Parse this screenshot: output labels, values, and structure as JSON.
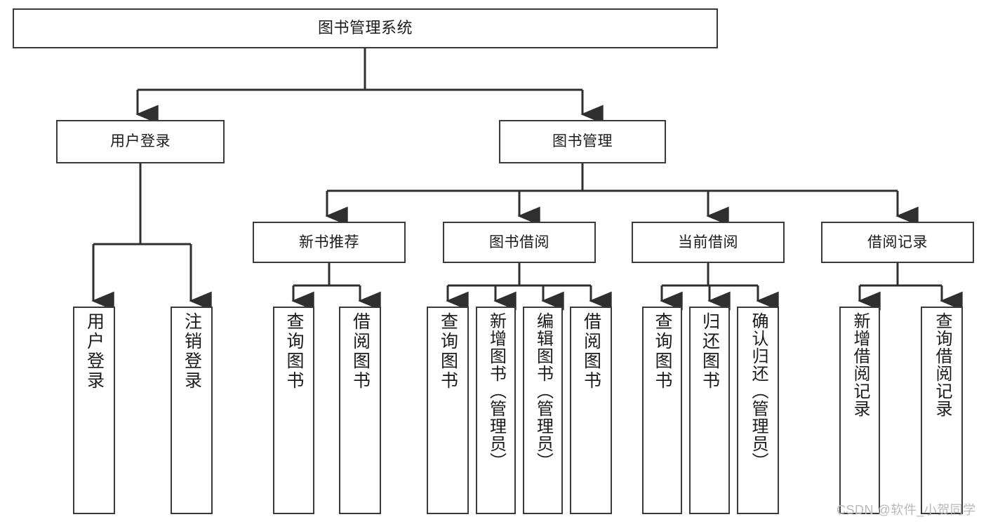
{
  "diagram": {
    "type": "tree-hierarchy",
    "title": "图书管理系统",
    "root": {
      "id": "root",
      "label": "图书管理系统"
    },
    "level1": [
      {
        "id": "user-login",
        "label": "用户登录"
      },
      {
        "id": "book-manage",
        "label": "图书管理"
      }
    ],
    "level2": [
      {
        "id": "new-book-rec",
        "label": "新书推荐",
        "parent": "book-manage"
      },
      {
        "id": "book-borrow",
        "label": "图书借阅",
        "parent": "book-manage"
      },
      {
        "id": "current-borrow",
        "label": "当前借阅",
        "parent": "book-manage"
      },
      {
        "id": "borrow-record",
        "label": "借阅记录",
        "parent": "book-manage"
      }
    ],
    "leaves": [
      {
        "id": "leaf-user-login",
        "label": "用户登录",
        "parent": "user-login"
      },
      {
        "id": "leaf-logout",
        "label": "注销登录",
        "parent": "user-login"
      },
      {
        "id": "leaf-query-book-1",
        "label": "查询图书",
        "parent": "new-book-rec"
      },
      {
        "id": "leaf-borrow-book-1",
        "label": "借阅图书",
        "parent": "new-book-rec"
      },
      {
        "id": "leaf-query-book-2",
        "label": "查询图书",
        "parent": "book-borrow"
      },
      {
        "id": "leaf-add-book",
        "label": "新增图书（管理员）",
        "parent": "book-borrow"
      },
      {
        "id": "leaf-edit-book",
        "label": "编辑图书（管理员）",
        "parent": "book-borrow"
      },
      {
        "id": "leaf-borrow-book-2",
        "label": "借阅图书",
        "parent": "book-borrow"
      },
      {
        "id": "leaf-query-book-3",
        "label": "查询图书",
        "parent": "current-borrow"
      },
      {
        "id": "leaf-return-book",
        "label": "归还图书",
        "parent": "current-borrow"
      },
      {
        "id": "leaf-confirm-return",
        "label": "确认归还（管理员）",
        "parent": "current-borrow"
      },
      {
        "id": "leaf-add-record",
        "label": "新增借阅记录",
        "parent": "borrow-record"
      },
      {
        "id": "leaf-query-record",
        "label": "查询借阅记录",
        "parent": "borrow-record"
      }
    ]
  },
  "watermark": {
    "text": "CSDN @软件_小贺同学"
  },
  "colors": {
    "box_border": "#3a3a3a",
    "box_fill": "#ffffff",
    "connector": "#2f2f2f",
    "text": "#1b1b1b",
    "watermark": "#b9b9b9",
    "background": "#ffffff"
  }
}
